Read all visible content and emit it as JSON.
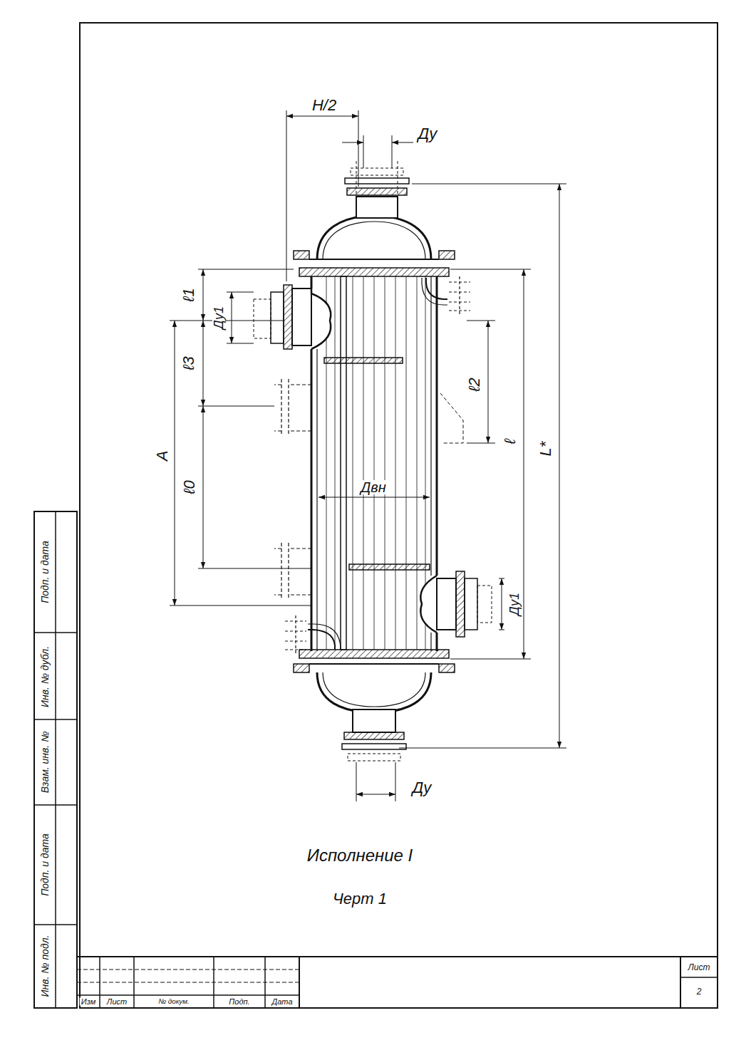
{
  "diagram": {
    "labels": [
      "Н/2",
      "Ду",
      "ℓ1",
      "Ду1",
      "ℓ3",
      "А",
      "ℓ0",
      "ℓ2",
      "ℓ",
      "L*",
      "Двн",
      "Ду1",
      "Ду",
      "Исполнение I",
      "Черт 1",
      "Подп. и дата",
      "Инв. № дубл.",
      "Взам. инв. №",
      "Подп. и дата",
      "Инв. № подл.",
      "Изм",
      "Лист",
      "№ докум.",
      "Подп.",
      "Дата",
      "Лист",
      "2"
    ]
  }
}
